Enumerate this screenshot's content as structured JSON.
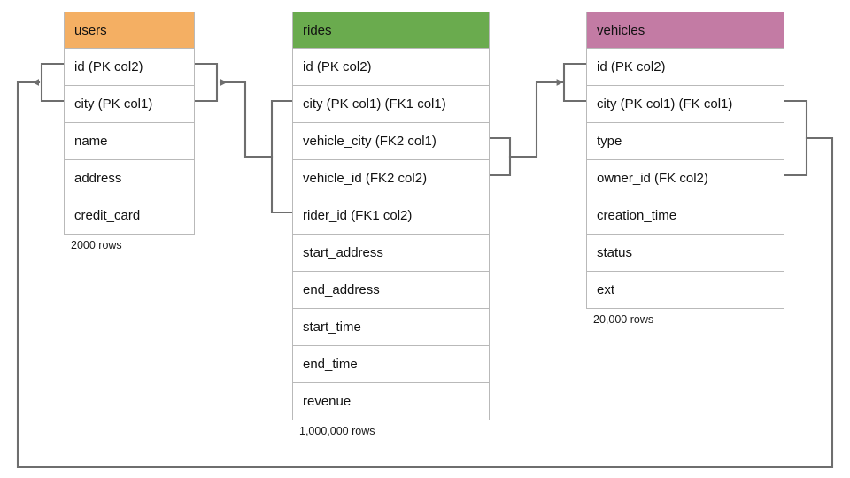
{
  "diagram": {
    "title": "database schema er diagram",
    "line_color": "#6e6e6e",
    "border_color": "#b9b9b9",
    "background": "#ffffff"
  },
  "tables": [
    {
      "name": "users",
      "header_color": "#f4af63",
      "row_count": "2000 rows",
      "columns": [
        "id (PK col2)",
        "city (PK col1)",
        "name",
        "address",
        "credit_card"
      ]
    },
    {
      "name": "rides",
      "header_color": "#6aab4e",
      "row_count": "1,000,000 rows",
      "columns": [
        "id (PK col2)",
        "city (PK col1) (FK1 col1)",
        "vehicle_city (FK2 col1)",
        "vehicle_id (FK2 col2)",
        "rider_id (FK1 col2)",
        "start_address",
        "end_address",
        "start_time",
        "end_time",
        "revenue"
      ]
    },
    {
      "name": "vehicles",
      "header_color": "#c37ba4",
      "row_count": "20,000 rows",
      "columns": [
        "id (PK col2)",
        "city (PK col1) (FK col1)",
        "type",
        "owner_id (FK col2)",
        "creation_time",
        "status",
        "ext"
      ]
    }
  ]
}
